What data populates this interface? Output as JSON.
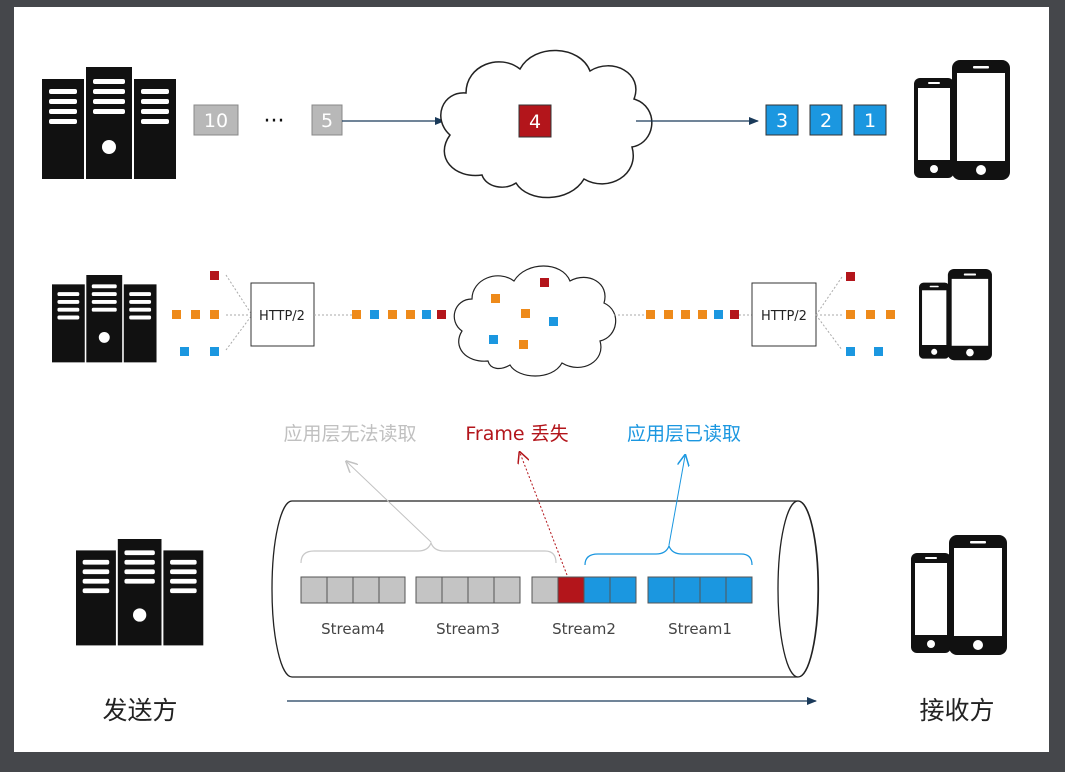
{
  "row1": {
    "packet_left_far": "10",
    "ellipsis": "···",
    "packet_left_near": "5",
    "packet_lost": "4",
    "packets_received": [
      "3",
      "2",
      "1"
    ]
  },
  "row2": {
    "http2_left": "HTTP/2",
    "http2_right": "HTTP/2"
  },
  "row3": {
    "annotation_unreadable": "应用层无法读取",
    "annotation_lost": "Frame 丢失",
    "annotation_read": "应用层已读取",
    "streams": [
      "Stream4",
      "Stream3",
      "Stream2",
      "Stream1"
    ],
    "sender_label": "发送方",
    "receiver_label": "接收方"
  },
  "colors": {
    "gray_packet": "#b8b8b8",
    "lost_red": "#b3151b",
    "blue_packet": "#1b97e0",
    "orange_packet": "#ee8a1a",
    "gray_text": "#c0c0c0",
    "blue_text": "#1b97e0"
  }
}
